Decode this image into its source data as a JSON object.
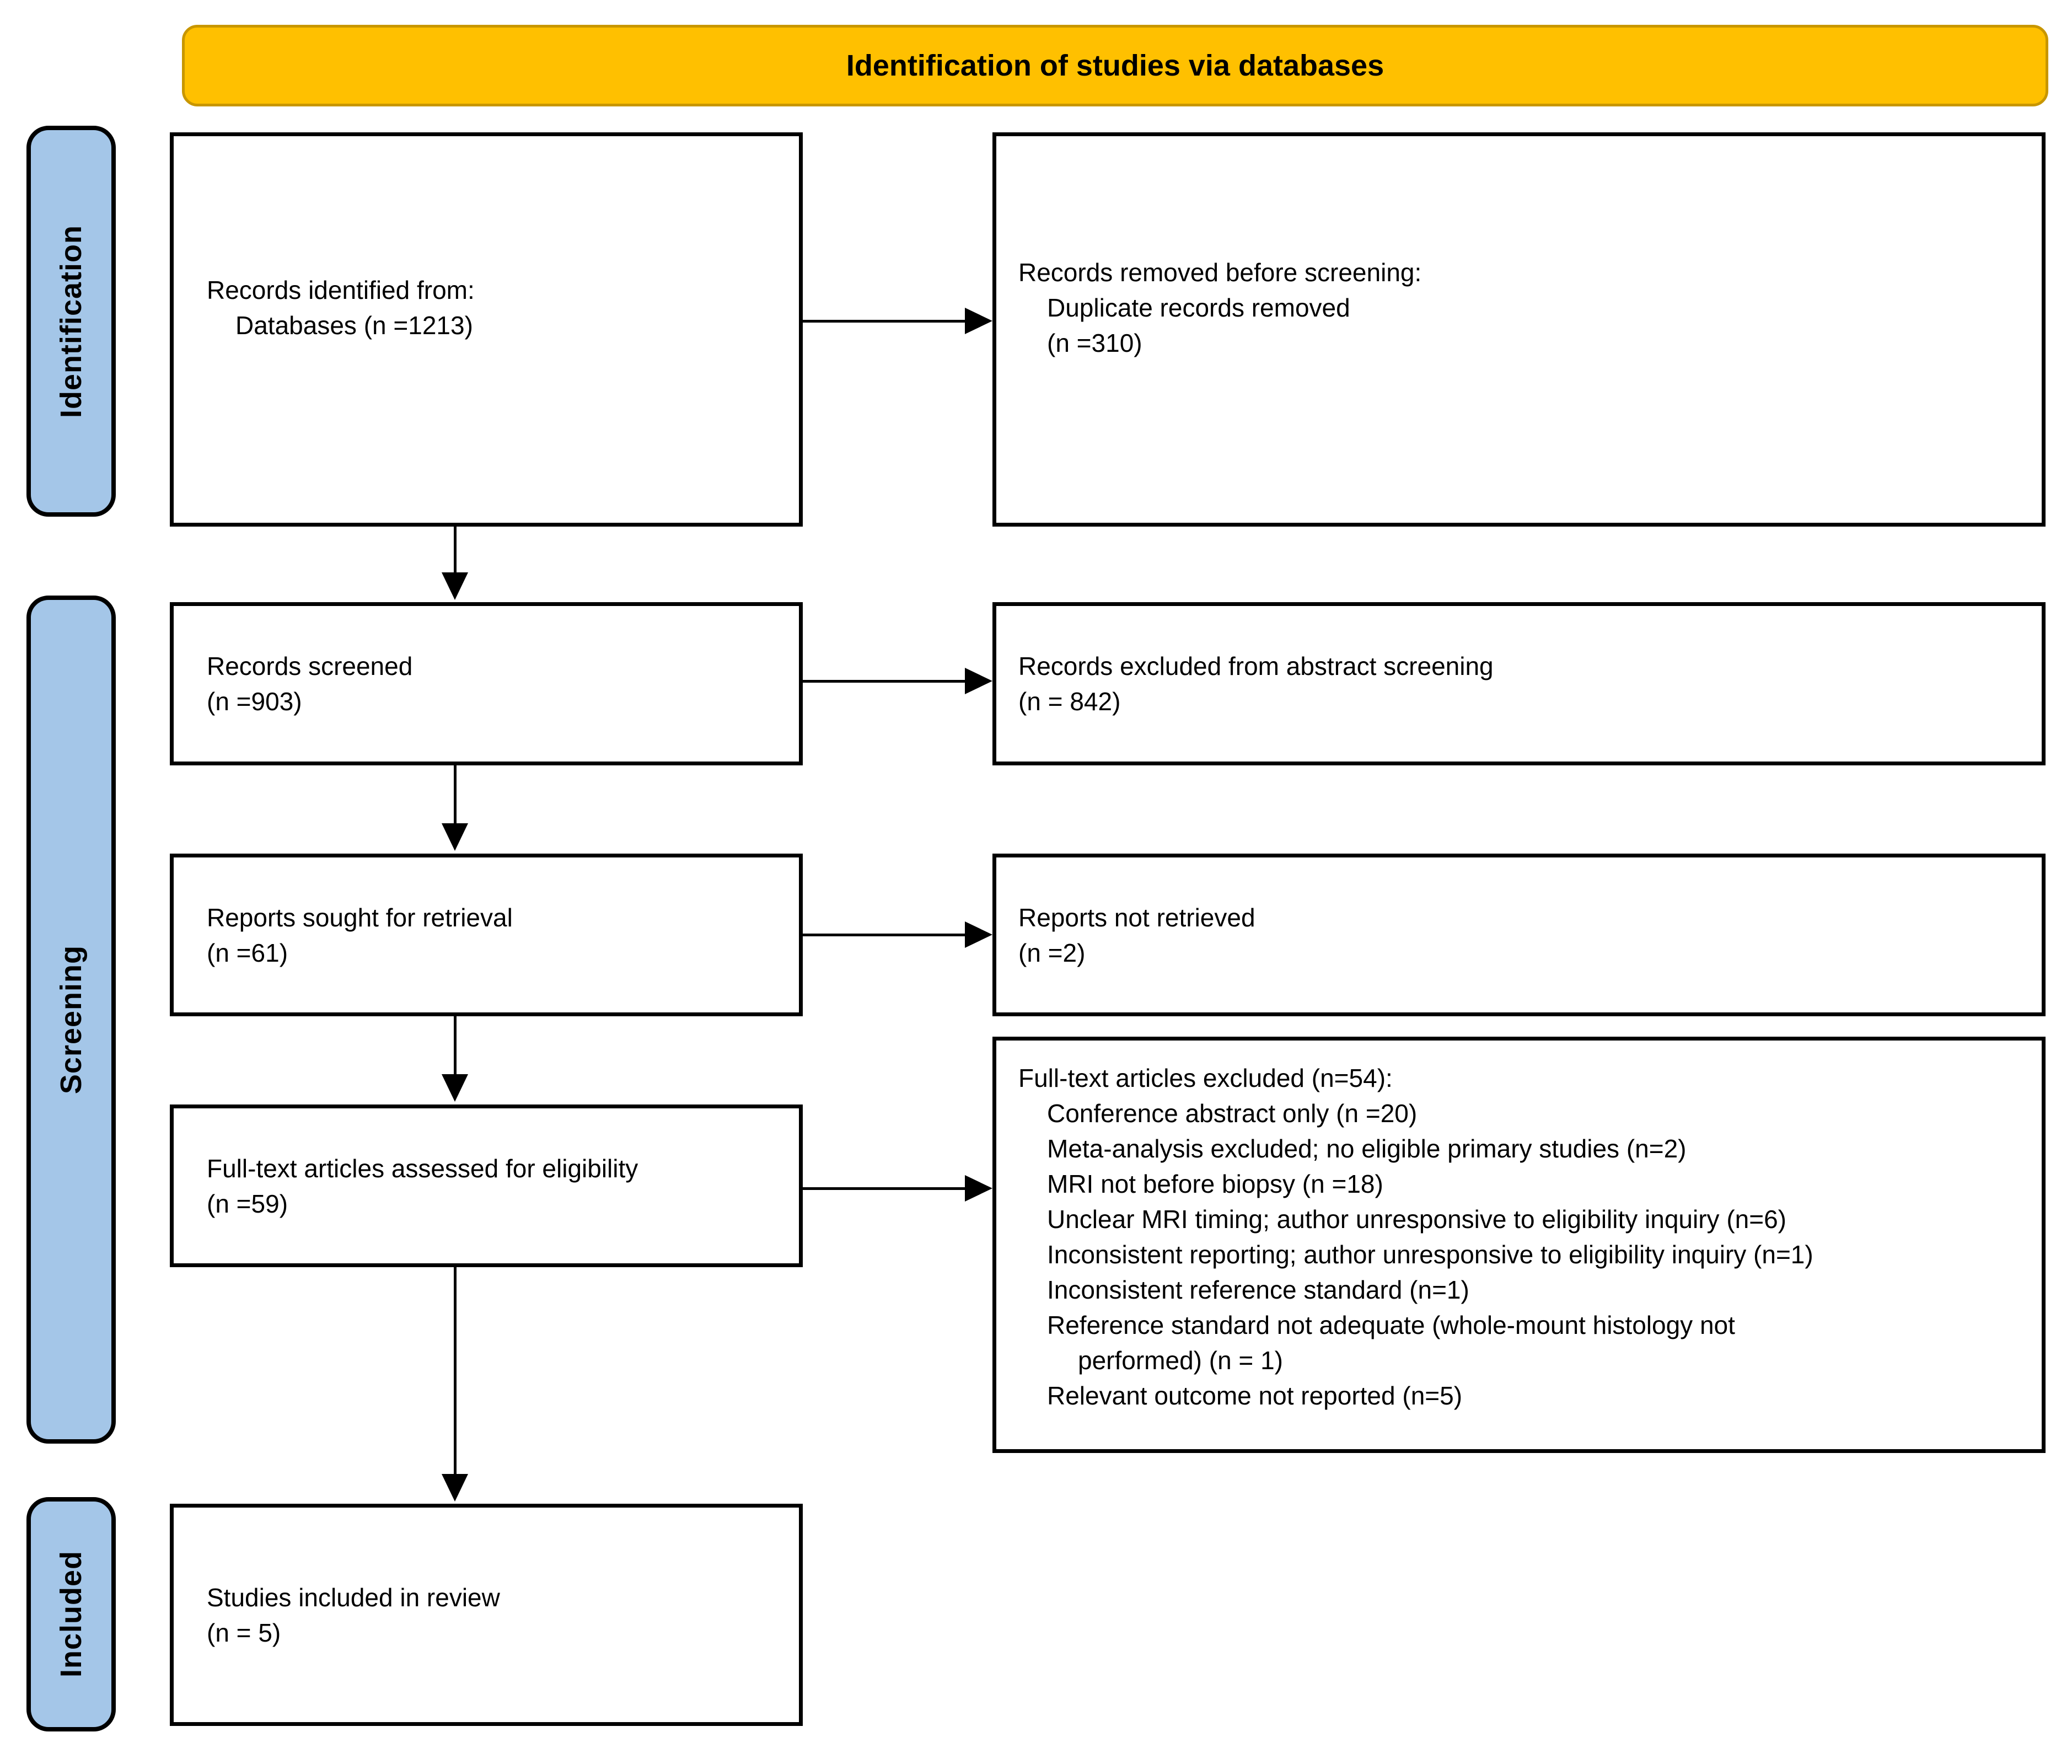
{
  "banner": {
    "title": "Identification of studies via databases"
  },
  "sidebar": {
    "identification": "Identification",
    "screening": "Screening",
    "included": "Included"
  },
  "flow": {
    "records_identified": {
      "line1": "Records identified from:",
      "line2": "Databases (n =1213)"
    },
    "records_removed": {
      "line1": "Records removed before screening:",
      "line2": "Duplicate records removed",
      "line3": "(n =310)"
    },
    "records_screened": {
      "line1": "Records screened",
      "line2": "(n =903)"
    },
    "records_excluded_abstract": {
      "line1": "Records excluded from abstract screening",
      "line2": "(n = 842)"
    },
    "reports_sought": {
      "line1": "Reports sought for retrieval",
      "line2": "(n =61)"
    },
    "reports_not_retrieved": {
      "line1": "Reports not retrieved",
      "line2": "(n =2)"
    },
    "fulltext_assessed": {
      "line1": "Full-text articles assessed for eligibility",
      "line2": "(n =59)"
    },
    "fulltext_excluded": {
      "title": "Full-text articles excluded (n=54):",
      "reasons": [
        "Conference abstract only (n =20)",
        "Meta-analysis excluded; no eligible primary studies (n=2)",
        "MRI not before biopsy (n =18)",
        "Unclear MRI timing; author unresponsive to eligibility inquiry (n=6)",
        "Inconsistent reporting; author unresponsive to eligibility inquiry (n=1)",
        "Inconsistent reference standard (n=1)",
        "Reference standard not adequate (whole-mount histology not",
        "performed) (n = 1)",
        "Relevant outcome not reported (n=5)"
      ]
    },
    "studies_included": {
      "line1": "Studies included in review",
      "line2": "(n = 5)"
    }
  },
  "colors": {
    "banner_fill": "#FFC000",
    "banner_border": "#C89600",
    "sidebar_fill": "#A4C6E8",
    "box_border": "#000000",
    "arrow": "#000000"
  }
}
